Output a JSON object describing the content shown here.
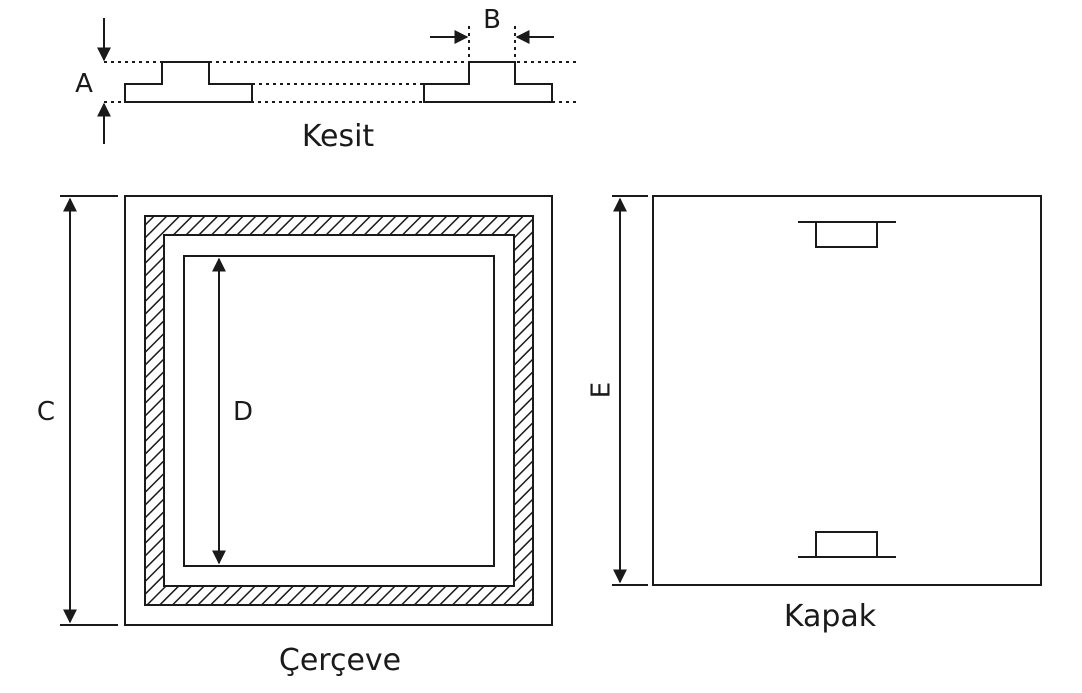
{
  "section": {
    "caption": "Kesit",
    "dim_a": "A",
    "dim_b": "B"
  },
  "frame": {
    "caption": "Çerçeve",
    "dim_c": "C",
    "dim_d": "D"
  },
  "cover": {
    "caption": "Kapak",
    "dim_e": "E"
  },
  "colors": {
    "line": "#1a1a1a",
    "background": "#ffffff"
  }
}
